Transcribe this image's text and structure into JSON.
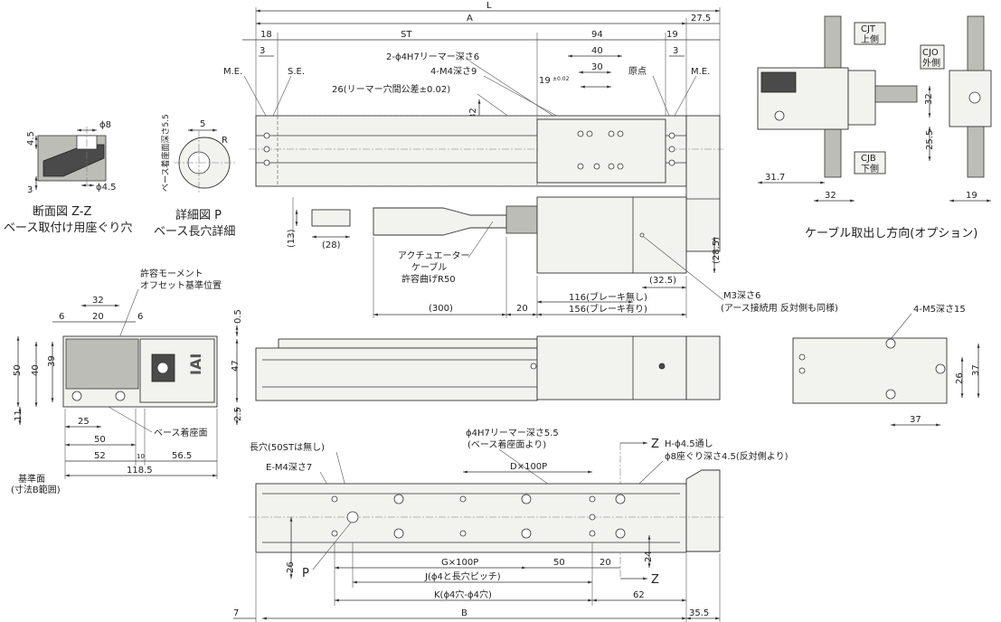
{
  "captions": {
    "section_zz": "断面図 Z-Z",
    "section_zz_sub": "ベース取付け用座ぐり穴",
    "detail_p": "詳細図 P",
    "detail_p_sub": "ベース長穴詳細",
    "cable_dir": "ケーブル取出し方向(オプション)"
  },
  "labels": {
    "L": "L",
    "A": "A",
    "d27_5": "27.5",
    "d18": "18",
    "ST": "ST",
    "d94": "94",
    "d19": "19",
    "d40": "40",
    "d30": "30",
    "d3a": "3",
    "d3b": "3",
    "me_left": "M.E.",
    "se": "S.E.",
    "origin": "原点",
    "me_right": "M.E.",
    "reamer2": "2-ϕ4H7リーマー深さ6",
    "m4x4": "4-M4深さ9",
    "tol19": "19",
    "tol19_sup": "±0.02",
    "reamer_tol": "26(リーマー穴間公差±0.02)",
    "d32v": "32",
    "d13": "(13)",
    "d28": "(28)",
    "act_cable1": "アクチュエーター",
    "act_cable2": "ケーブル",
    "act_cable3": "許容曲げR50",
    "d300": "(300)",
    "d20": "20",
    "d116": "116(ブレーキ無し)",
    "d156": "156(ブレーキ有り)",
    "d28_5": "(28.5)",
    "d32_5": "(32.5)",
    "m3": "M3深さ6",
    "m3_sub": "(アース接続用 反対側も同様)",
    "zz_d45": "4.5",
    "zz_d3": "3",
    "zz_phi8": "ϕ8",
    "zz_phi45": "ϕ4.5",
    "p_d5": "5",
    "p_R": "R",
    "p_vert": "ベース着座面深さ5.5",
    "cjt1": "CJT",
    "cjt2": "上側",
    "cjo1": "CJO",
    "cjo2": "外側",
    "cjb1": "CJB",
    "cjb2": "下側",
    "c32": "32",
    "c25_5": "25.5",
    "c31_7": "31.7",
    "c32b": "32",
    "c19": "19",
    "moment1": "許容モーメント",
    "moment2": "オフセット基準位置",
    "e32": "32",
    "e6a": "6",
    "e20": "20",
    "e6b": "6",
    "e0_5": "0.5",
    "e50": "50",
    "e40": "40",
    "e39": "39",
    "e47": "47",
    "e11": "11",
    "e2_5": "2.5",
    "e25": "25",
    "e50b": "50",
    "e52": "52",
    "e10": "10",
    "e56_5": "56.5",
    "e118_5": "118.5",
    "base_seat": "ベース着座面",
    "ref1": "基準面",
    "ref2": "(寸法B範囲)",
    "iai": "IAI",
    "m5": "4-M5深さ15",
    "r37a": "37",
    "r26": "26",
    "r37b": "37",
    "slot": "長穴(50STは無し)",
    "em4": "E-M4深さ7",
    "phi4h7a": "ϕ4H7リーマー深さ5.5",
    "phi4h7b": "(ベース着座面より)",
    "d100": "D×100P",
    "zlabel": "Z",
    "hphi": "H-ϕ4.5通し",
    "hphi2": "ϕ8座ぐり深さ4.5(反対側より)",
    "b26": "26",
    "P": "P",
    "g100": "G×100P",
    "b50": "50",
    "b20": "20",
    "b24": "24",
    "zlabel2": "Z",
    "J": "J(ϕ4と長穴ピッチ)",
    "K": "K(ϕ4穴-ϕ4穴)",
    "b62": "62",
    "b7": "7",
    "B": "B",
    "b35_5": "35.5"
  }
}
